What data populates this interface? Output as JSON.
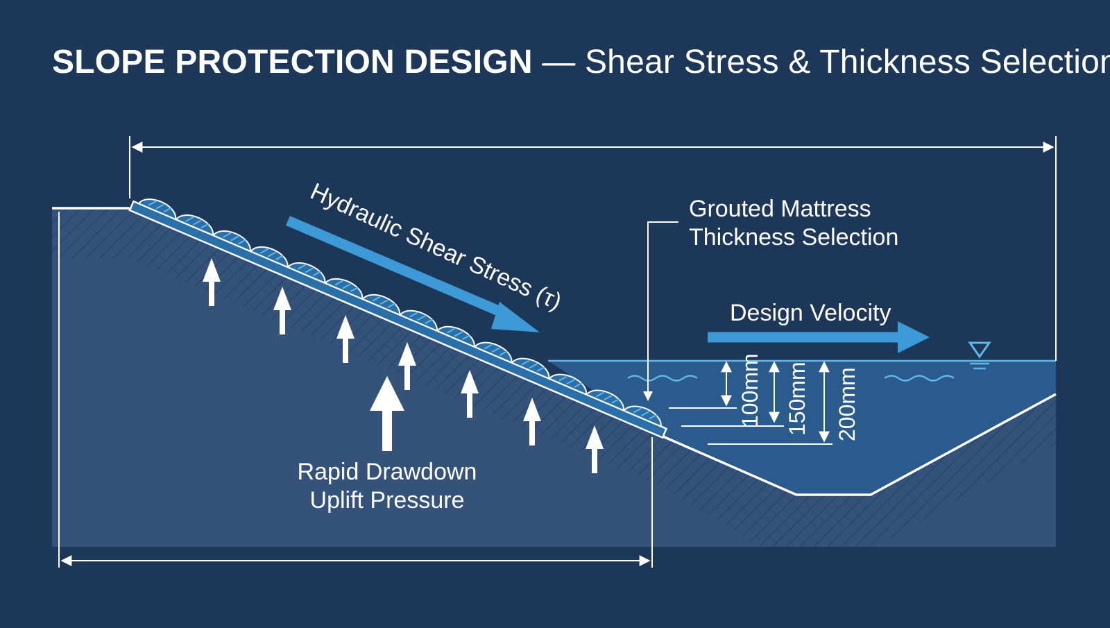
{
  "title": {
    "bold": "SLOPE PROTECTION DESIGN",
    "separator": " — ",
    "rest": "Shear Stress & Thickness Selection"
  },
  "labels": {
    "shear": "Hydraulic Shear Stress (τ)",
    "mattress_line1": "Grouted Mattress",
    "mattress_line2": "Thickness Selection",
    "velocity": "Design Velocity",
    "uplift_line1": "Rapid Drawdown",
    "uplift_line2": "Uplift Pressure"
  },
  "thickness_options": [
    "100mm",
    "150mm",
    "200mm"
  ],
  "icons": {
    "water_level": "water-level-triangle-icon"
  },
  "colors": {
    "background": "#1d3759",
    "soil": "#34527a",
    "water": "#2e5f91",
    "accent": "#3d9ad6",
    "line": "#ffffff"
  }
}
